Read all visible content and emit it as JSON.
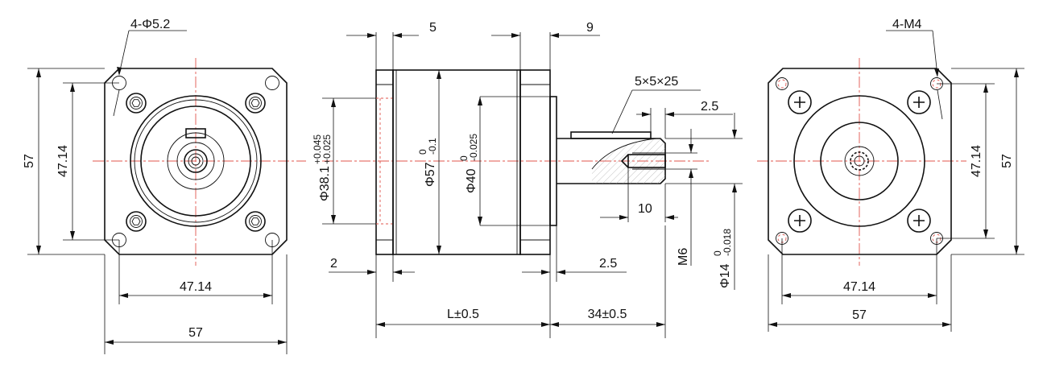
{
  "left_view": {
    "hole_callout": "4-Φ5.2",
    "height_outer": "57",
    "height_inner": "47.14",
    "width_inner": "47.14",
    "width_outer": "57"
  },
  "side_view": {
    "top_dim_left": "5",
    "top_dim_right": "9",
    "pilot_label": "Φ38.1",
    "pilot_tol_upper": "+0.045",
    "pilot_tol_lower": "+0.025",
    "body_label": "Φ57",
    "body_tol_upper": "0",
    "body_tol_lower": "-0.1",
    "boss_label": "Φ40",
    "boss_tol_upper": "0",
    "boss_tol_lower": "-0.025",
    "key_label": "5×5×25",
    "key_offset": "2.5",
    "thread_depth": "10",
    "thread_label": "M6",
    "shaft_label": "Φ14",
    "shaft_tol_upper": "0",
    "shaft_tol_lower": "-0.018",
    "flange_thickness": "2",
    "shaft_step": "2.5",
    "length_label": "L±0.5",
    "shaft_length": "34±0.5"
  },
  "right_view": {
    "hole_callout": "4-M4",
    "height_inner": "47.14",
    "height_outer": "57",
    "width_inner": "47.14",
    "width_outer": "57"
  }
}
